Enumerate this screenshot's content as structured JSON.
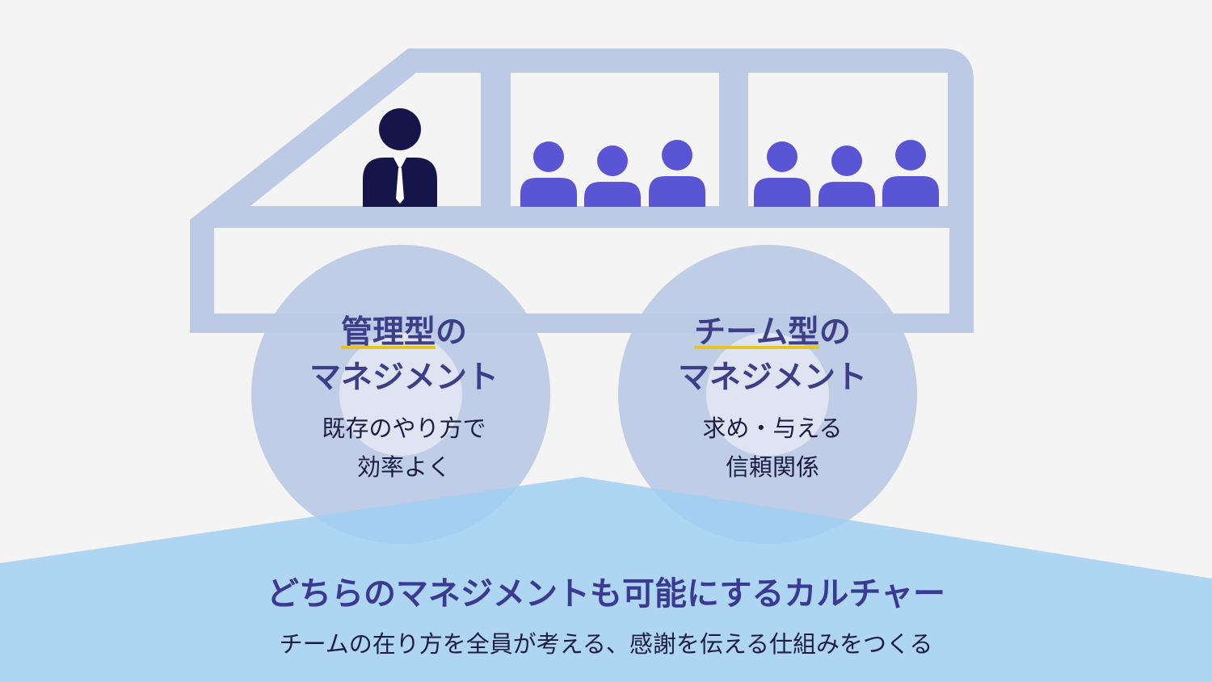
{
  "colors": {
    "background": "#f4f4f4",
    "car_body": "#bccae5",
    "wheel": "#bccae5",
    "wheel_center": "#dfe4f3",
    "ground": "#9fd0f3",
    "manager": "#15154a",
    "team_member": "#5a55d4",
    "highlight": "#e8c51a",
    "title_text": "#3d3d88",
    "body_text": "#1e1e44"
  },
  "icons": {
    "manager": "manager-person-icon",
    "team_member": "team-member-person-icon"
  },
  "wheels": {
    "left": {
      "title_highlight": "管理型",
      "title_rest": "の",
      "title_line2": "マネジメント",
      "desc_line1": "既存のやり方で",
      "desc_line2": "効率よく"
    },
    "right": {
      "title_highlight": "チーム型",
      "title_rest": "の",
      "title_line2": "マネジメント",
      "desc_line1": "求め・与える",
      "desc_line2": "信頼関係"
    }
  },
  "culture": {
    "title": "どちらのマネジメントも可能にするカルチャー",
    "subtitle": "チームの在り方を全員が考える、感謝を伝える仕組みをつくる"
  }
}
